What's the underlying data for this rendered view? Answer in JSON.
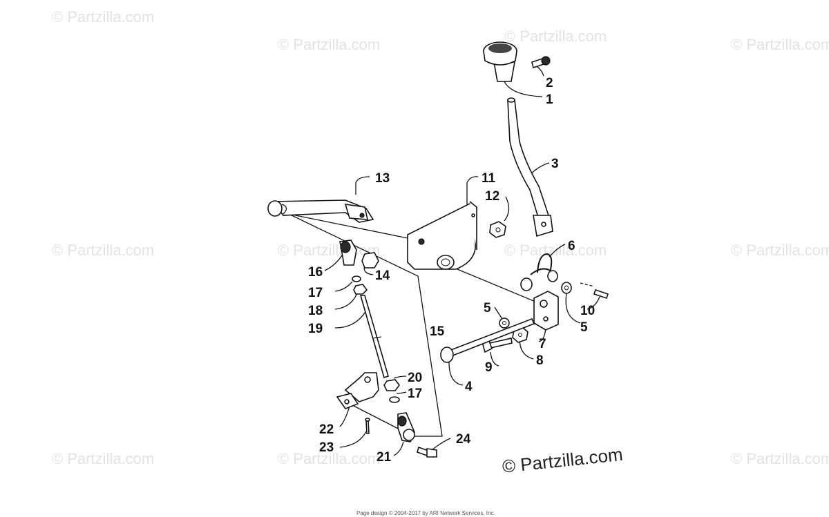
{
  "watermark": {
    "text": "© Partzilla.com"
  },
  "brand": {
    "text": "© Partzilla.com"
  },
  "footer": {
    "text": "Page design © 2004-2017 by ARI Network Services, Inc."
  },
  "callouts": [
    {
      "key": "c1",
      "label": "1"
    },
    {
      "key": "c2",
      "label": "2"
    },
    {
      "key": "c3",
      "label": "3"
    },
    {
      "key": "c4",
      "label": "4"
    },
    {
      "key": "c5a",
      "label": "5"
    },
    {
      "key": "c5b",
      "label": "5"
    },
    {
      "key": "c6",
      "label": "6"
    },
    {
      "key": "c7",
      "label": "7"
    },
    {
      "key": "c8",
      "label": "8"
    },
    {
      "key": "c9",
      "label": "9"
    },
    {
      "key": "c10",
      "label": "10"
    },
    {
      "key": "c11",
      "label": "11"
    },
    {
      "key": "c12",
      "label": "12"
    },
    {
      "key": "c13",
      "label": "13"
    },
    {
      "key": "c14",
      "label": "14"
    },
    {
      "key": "c15",
      "label": "15"
    },
    {
      "key": "c16",
      "label": "16"
    },
    {
      "key": "c17a",
      "label": "17"
    },
    {
      "key": "c17b",
      "label": "17"
    },
    {
      "key": "c18",
      "label": "18"
    },
    {
      "key": "c19",
      "label": "19"
    },
    {
      "key": "c20",
      "label": "20"
    },
    {
      "key": "c21",
      "label": "21"
    },
    {
      "key": "c22",
      "label": "22"
    },
    {
      "key": "c23",
      "label": "23"
    },
    {
      "key": "c24",
      "label": "24"
    }
  ]
}
